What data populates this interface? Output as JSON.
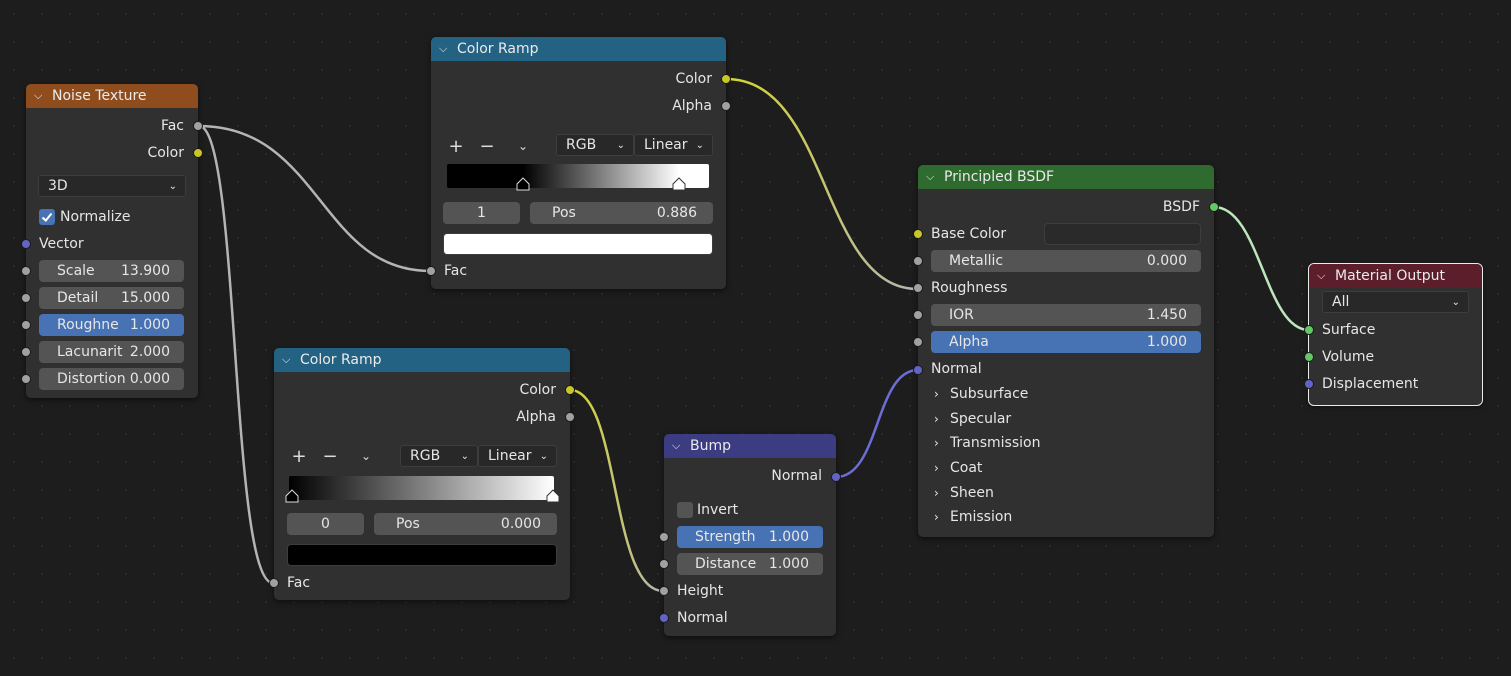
{
  "colors": {
    "background": "#1d1d1d",
    "node_body": "#303030",
    "header_texture": "#8f4d1e",
    "header_converter": "#246283",
    "header_shader": "#2f6a2f",
    "header_vector": "#3c3c83",
    "header_output": "#5c1e2b",
    "socket_float": "#a1a1a1",
    "socket_color": "#c7c729",
    "socket_vector": "#6363c7",
    "socket_shader": "#63c763",
    "active_field": "#4772b3"
  },
  "noise": {
    "title": "Noise Texture",
    "out_fac": "Fac",
    "out_color": "Color",
    "dimension": "3D",
    "normalize": "Normalize",
    "vector": "Vector",
    "fields": [
      {
        "label": "Scale",
        "value": "13.900"
      },
      {
        "label": "Detail",
        "value": "15.000"
      },
      {
        "label": "Roughne",
        "value": "1.000"
      },
      {
        "label": "Lacunarit",
        "value": "2.000"
      },
      {
        "label": "Distortion",
        "value": "0.000"
      }
    ]
  },
  "ramp1": {
    "title": "Color Ramp",
    "out_color": "Color",
    "out_alpha": "Alpha",
    "color_mode": "RGB",
    "interpolation": "Linear",
    "stop_index": "1",
    "pos_label": "Pos",
    "pos_value": "0.886",
    "in_fac": "Fac"
  },
  "ramp2": {
    "title": "Color Ramp",
    "out_color": "Color",
    "out_alpha": "Alpha",
    "color_mode": "RGB",
    "interpolation": "Linear",
    "stop_index": "0",
    "pos_label": "Pos",
    "pos_value": "0.000",
    "in_fac": "Fac"
  },
  "bump": {
    "title": "Bump",
    "out_normal": "Normal",
    "invert": "Invert",
    "strength_label": "Strength",
    "strength_value": "1.000",
    "distance_label": "Distance",
    "distance_value": "1.000",
    "in_height": "Height",
    "in_normal": "Normal"
  },
  "bsdf": {
    "title": "Principled BSDF",
    "out_bsdf": "BSDF",
    "base_color": "Base Color",
    "metallic_label": "Metallic",
    "metallic_value": "0.000",
    "roughness": "Roughness",
    "ior_label": "IOR",
    "ior_value": "1.450",
    "alpha_label": "Alpha",
    "alpha_value": "1.000",
    "normal": "Normal",
    "panels": [
      "Subsurface",
      "Specular",
      "Transmission",
      "Coat",
      "Sheen",
      "Emission"
    ]
  },
  "output": {
    "title": "Material Output",
    "target": "All",
    "surface": "Surface",
    "volume": "Volume",
    "displacement": "Displacement"
  }
}
